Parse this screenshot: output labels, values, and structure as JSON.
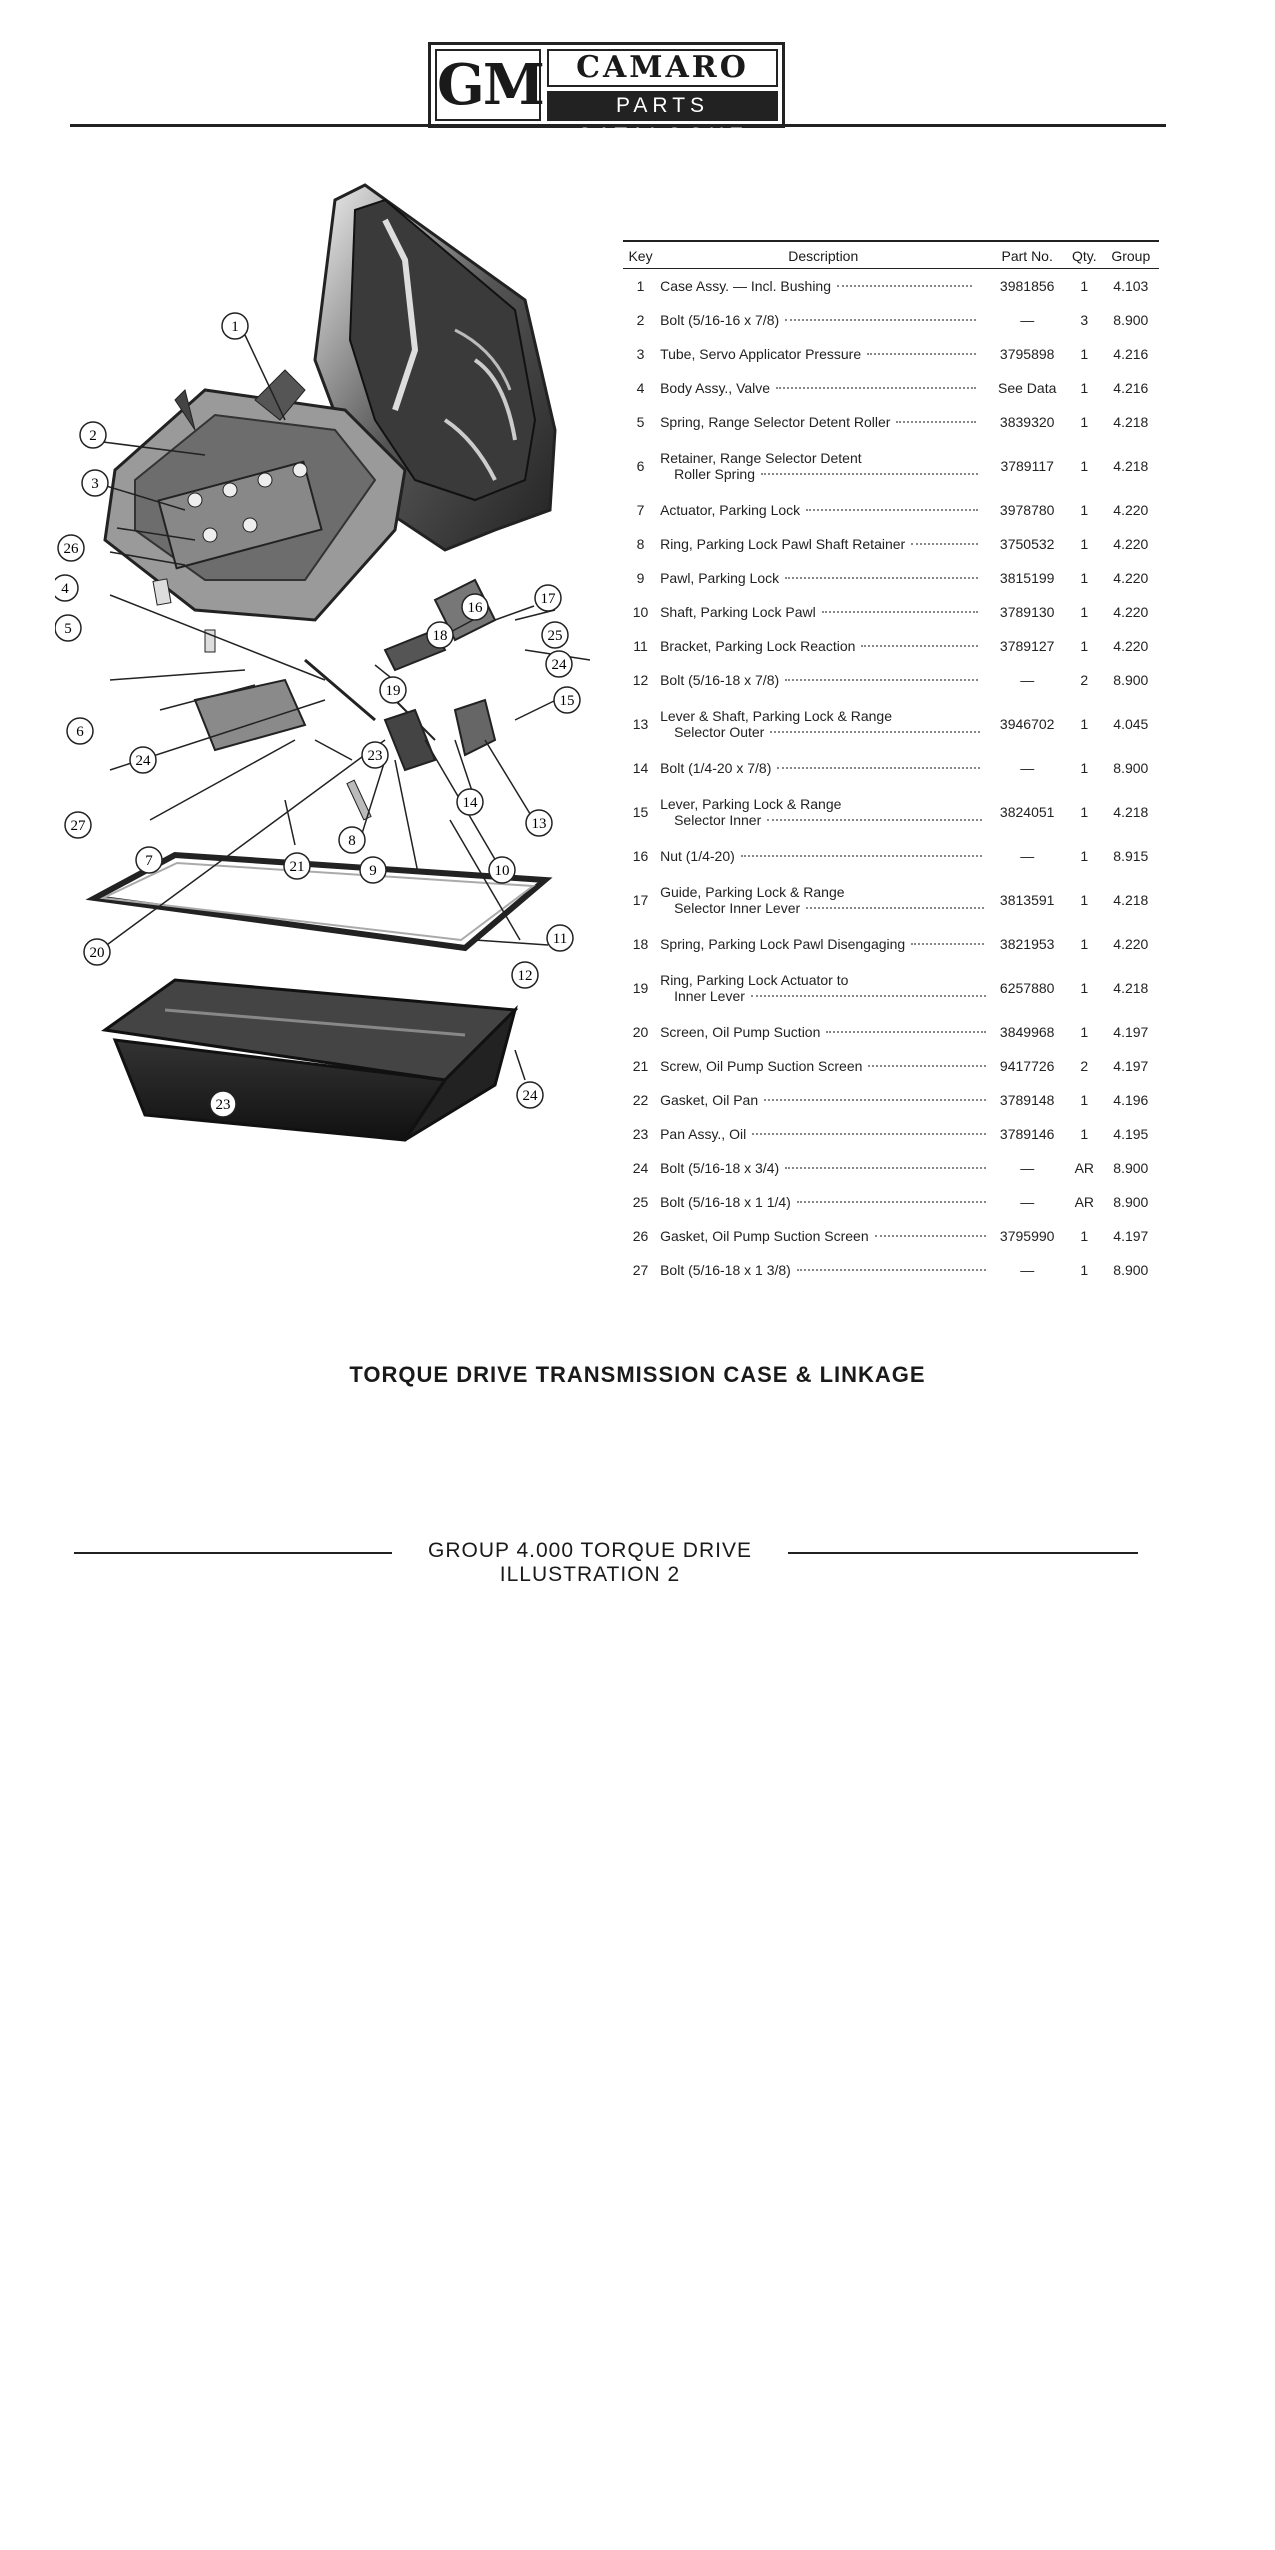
{
  "header": {
    "logo_mark": "GM",
    "title": "CAMARO",
    "subtitle": "PARTS CATALOGUE"
  },
  "illustration": {
    "callouts": [
      "1",
      "2",
      "3",
      "26",
      "4",
      "5",
      "6",
      "24",
      "27",
      "7",
      "21",
      "8",
      "9",
      "10",
      "14",
      "13",
      "15",
      "24",
      "25",
      "17",
      "16",
      "18",
      "19",
      "23",
      "11",
      "12",
      "20",
      "23",
      "24"
    ]
  },
  "table": {
    "headers": {
      "key": "Key",
      "description": "Description",
      "part_no": "Part No.",
      "qty": "Qty.",
      "group": "Group"
    },
    "rows": [
      {
        "key": "1",
        "desc": "Case Assy. — Incl. Bushing",
        "desc2": "",
        "part": "3981856",
        "qty": "1",
        "group": "4.103"
      },
      {
        "key": "2",
        "desc": "Bolt (5/16-16 x 7/8)",
        "desc2": "",
        "part": "—",
        "qty": "3",
        "group": "8.900"
      },
      {
        "key": "3",
        "desc": "Tube, Servo Applicator Pressure",
        "desc2": "",
        "part": "3795898",
        "qty": "1",
        "group": "4.216"
      },
      {
        "key": "4",
        "desc": "Body Assy., Valve",
        "desc2": "",
        "part": "See Data",
        "qty": "1",
        "group": "4.216"
      },
      {
        "key": "5",
        "desc": "Spring, Range Selector Detent Roller",
        "desc2": "",
        "part": "3839320",
        "qty": "1",
        "group": "4.218"
      },
      {
        "key": "6",
        "desc": "Retainer, Range Selector Detent",
        "desc2": "Roller Spring",
        "part": "3789117",
        "qty": "1",
        "group": "4.218"
      },
      {
        "key": "7",
        "desc": "Actuator, Parking Lock",
        "desc2": "",
        "part": "3978780",
        "qty": "1",
        "group": "4.220"
      },
      {
        "key": "8",
        "desc": "Ring, Parking Lock Pawl Shaft Retainer",
        "desc2": "",
        "part": "3750532",
        "qty": "1",
        "group": "4.220"
      },
      {
        "key": "9",
        "desc": "Pawl, Parking Lock",
        "desc2": "",
        "part": "3815199",
        "qty": "1",
        "group": "4.220"
      },
      {
        "key": "10",
        "desc": "Shaft, Parking Lock Pawl",
        "desc2": "",
        "part": "3789130",
        "qty": "1",
        "group": "4.220"
      },
      {
        "key": "11",
        "desc": "Bracket, Parking Lock Reaction",
        "desc2": "",
        "part": "3789127",
        "qty": "1",
        "group": "4.220"
      },
      {
        "key": "12",
        "desc": "Bolt (5/16-18 x 7/8)",
        "desc2": "",
        "part": "—",
        "qty": "2",
        "group": "8.900"
      },
      {
        "key": "13",
        "desc": "Lever & Shaft, Parking Lock & Range",
        "desc2": "Selector Outer",
        "part": "3946702",
        "qty": "1",
        "group": "4.045"
      },
      {
        "key": "14",
        "desc": "Bolt (1/4-20 x 7/8)",
        "desc2": "",
        "part": "—",
        "qty": "1",
        "group": "8.900"
      },
      {
        "key": "15",
        "desc": "Lever, Parking Lock & Range",
        "desc2": "Selector Inner",
        "part": "3824051",
        "qty": "1",
        "group": "4.218"
      },
      {
        "key": "16",
        "desc": "Nut (1/4-20)",
        "desc2": "",
        "part": "—",
        "qty": "1",
        "group": "8.915"
      },
      {
        "key": "17",
        "desc": "Guide, Parking Lock & Range",
        "desc2": "Selector Inner Lever",
        "part": "3813591",
        "qty": "1",
        "group": "4.218"
      },
      {
        "key": "18",
        "desc": "Spring, Parking Lock Pawl Disengaging",
        "desc2": "",
        "part": "3821953",
        "qty": "1",
        "group": "4.220"
      },
      {
        "key": "19",
        "desc": "Ring, Parking Lock Actuator to",
        "desc2": "Inner Lever",
        "part": "6257880",
        "qty": "1",
        "group": "4.218"
      },
      {
        "key": "20",
        "desc": "Screen, Oil Pump Suction",
        "desc2": "",
        "part": "3849968",
        "qty": "1",
        "group": "4.197"
      },
      {
        "key": "21",
        "desc": "Screw, Oil Pump Suction Screen",
        "desc2": "",
        "part": "9417726",
        "qty": "2",
        "group": "4.197"
      },
      {
        "key": "22",
        "desc": "Gasket, Oil Pan",
        "desc2": "",
        "part": "3789148",
        "qty": "1",
        "group": "4.196"
      },
      {
        "key": "23",
        "desc": "Pan Assy., Oil",
        "desc2": "",
        "part": "3789146",
        "qty": "1",
        "group": "4.195"
      },
      {
        "key": "24",
        "desc": "Bolt (5/16-18 x 3/4)",
        "desc2": "",
        "part": "—",
        "qty": "AR",
        "group": "8.900"
      },
      {
        "key": "25",
        "desc": "Bolt (5/16-18 x 1 1/4)",
        "desc2": "",
        "part": "—",
        "qty": "AR",
        "group": "8.900"
      },
      {
        "key": "26",
        "desc": "Gasket, Oil Pump Suction Screen",
        "desc2": "",
        "part": "3795990",
        "qty": "1",
        "group": "4.197"
      },
      {
        "key": "27",
        "desc": "Bolt (5/16-18 x 1 3/8)",
        "desc2": "",
        "part": "—",
        "qty": "1",
        "group": "8.900"
      }
    ]
  },
  "diagram_title": "TORQUE DRIVE TRANSMISSION CASE & LINKAGE",
  "footer": "GROUP 4.000 TORQUE DRIVE ILLUSTRATION 2"
}
